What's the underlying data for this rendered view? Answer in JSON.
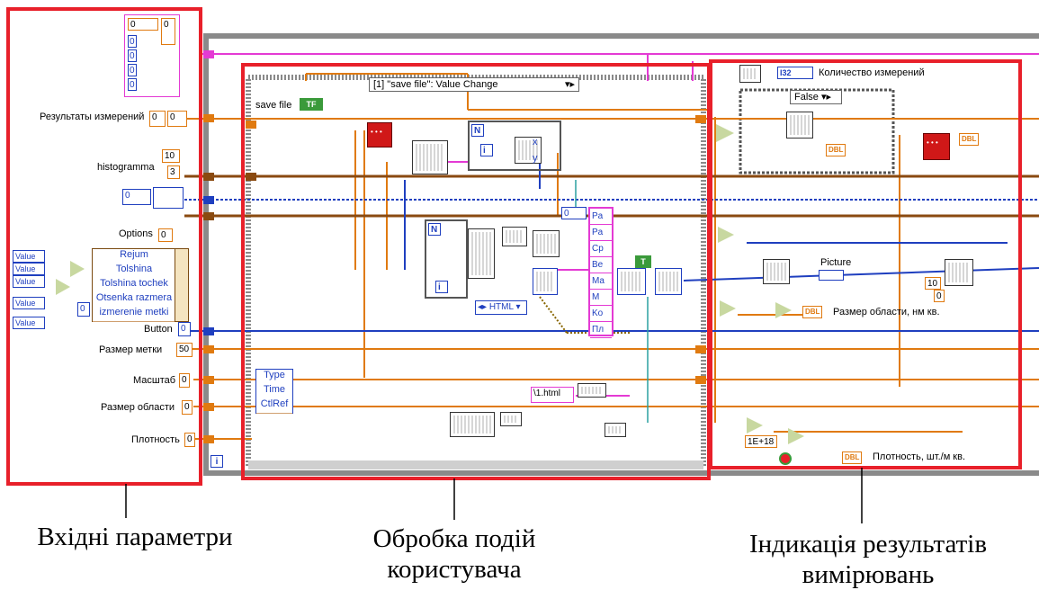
{
  "captions": {
    "left": "Вхідні параметри",
    "middle": "Обробка подій користувача",
    "right": "Індикація результатів вимірювань"
  },
  "left_panel": {
    "results_label": "Результаты измерений",
    "results_value": "0",
    "results_index": "0",
    "histogram_label": "histogramma",
    "histogram_values": [
      "10",
      "3"
    ],
    "cluster_top_values": [
      "0",
      "0",
      "0",
      "0",
      "0"
    ],
    "cluster_top_index": "0",
    "blue_ctl_index": "0",
    "options_label": "Options",
    "options_value": "0",
    "option_rows": [
      "Rejum",
      "Tolshina",
      "Tolshina tochek",
      "Otsenka razmera",
      "izmerenie metki"
    ],
    "value_labels": [
      "Value",
      "Value",
      "Value",
      "Value",
      "Value"
    ],
    "option_index": "0",
    "button_label": "Button",
    "button_value": "0",
    "mark_size_label": "Размер метки",
    "mark_size_value": "50",
    "scale_label": "Масштаб",
    "scale_value": "0",
    "area_size_label": "Размер области",
    "area_size_value": "0",
    "density_label": "Плотность",
    "density_value": "0"
  },
  "event_panel": {
    "event_selector": "[1] \"save file\": Value Change",
    "save_file_label": "save file",
    "save_file_badge": "TF",
    "n_label_1": "N",
    "i_label_1": "i",
    "n_label_2": "N",
    "i_label_2": "i",
    "xy_labels": [
      "x",
      "y"
    ],
    "string_array_index": "0",
    "string_array": [
      "Pa",
      "Pa",
      "Cp",
      "Be",
      "Ma",
      "M",
      "Ko",
      "Пл"
    ],
    "format_selector": "HTML",
    "file_name": "\\1.html",
    "event_data": [
      "Type",
      "Time",
      "CtlRef"
    ],
    "t_badge": "T"
  },
  "results_panel": {
    "count_badge": "I32",
    "count_label": "Количество измерений",
    "case_selector": "False",
    "dbl_badge": "DBL",
    "picture_label": "Picture",
    "area_size_label": "Размер области, нм кв.",
    "density_label": "Плотность, шт./м кв.",
    "constant_1e18": "1E+18",
    "const_10": "10",
    "const_0": "0"
  }
}
